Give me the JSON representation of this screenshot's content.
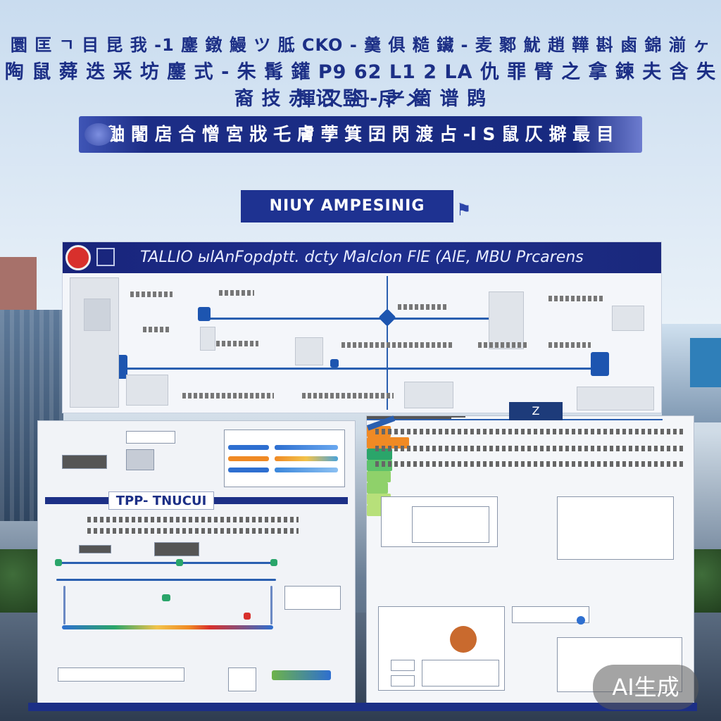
{
  "header": {
    "line1": "圜 匡 ㄱ 目 昆 我 -1 鏖 鐓 鰻 ツ 胝 CKO - 羹 俱 糙 鑶 - 麦 鄹 魷 趙 鞾 斟 鹵 錦 湔 ヶ",
    "line2": "陶 鼠 蕣 迭 采 坊 鏖 式 - 朱 髯 鑵 P9 62 L1 2 LA 仇 罪 臂 之 拿 鍊 夫 含 失 揮 又 丹 斥 メ",
    "line3": "裔 技 赤 诏 監 - 耂 箘 谱 鹍",
    "banner": "鼬 闍 扂 合 憎 宮 戕 乇 膚 荸 箕 囝 閃 渡 占 -l S 鼠 仄 擗 最 目",
    "section_label": "NIUY AMPESINIG"
  },
  "timeline": {
    "head_text": "TALLIO ыlAnFopdptt. dcty Мalclon FlE (AlE, MBU Prcarens"
  },
  "panel_left": {
    "sub_title": "TPP- TNUCUI"
  },
  "panel_right": {
    "tag": "Z"
  },
  "badge": {
    "ai_label": "AI生成"
  },
  "colors": {
    "accent": "#1c2f86",
    "banner": "#182a80",
    "node": "#1d55b0"
  }
}
